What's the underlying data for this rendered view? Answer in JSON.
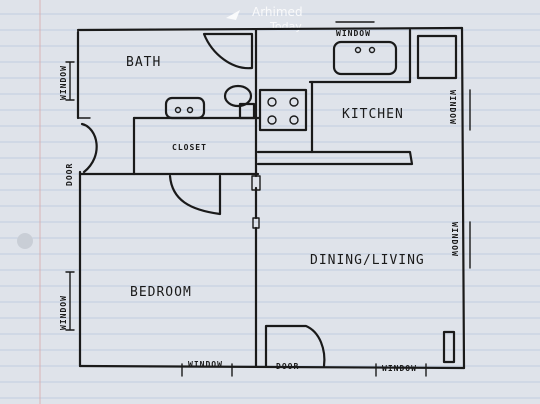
{
  "watermark": {
    "name": "Arhimed",
    "sub": "Today"
  },
  "rooms": {
    "bath": "BATH",
    "kitchen": "KITCHEN",
    "closet": "CLOSET",
    "dining_living": "DINING/LIVING",
    "bedroom": "BEDROOM"
  },
  "labels": {
    "window_bath": "WINDOW",
    "door_left": "DOOR",
    "window_bedroom_left": "WINDOW",
    "window_top": "WINDOW",
    "window_kitchen_right": "WINDOW",
    "window_living_right": "WINDOW",
    "window_bottom_left": "WINDOW",
    "door_bottom": "DOOR",
    "window_bottom_right": "WINDOW"
  },
  "colors": {
    "paper": "#dfe3ea",
    "ink": "#1a1a1a",
    "rule": "#b9c7dc"
  }
}
